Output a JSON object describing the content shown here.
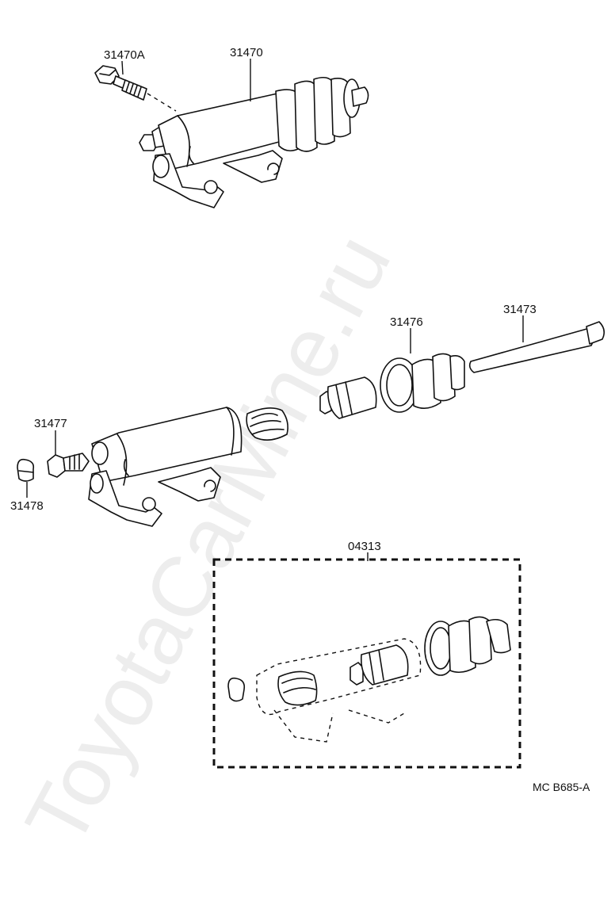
{
  "watermark": "ToyotaCarMine.ru",
  "callouts": {
    "bolt": "31470A",
    "cylinder_assy": "31470",
    "piston_boot": "31476",
    "push_rod": "31473",
    "bleeder_plug": "31477",
    "bleeder_cap": "31478",
    "repair_kit": "04313"
  },
  "figure_code": "MC  B685-A",
  "colors": {
    "line": "#111111",
    "background": "#ffffff",
    "watermark": "#dedede"
  }
}
